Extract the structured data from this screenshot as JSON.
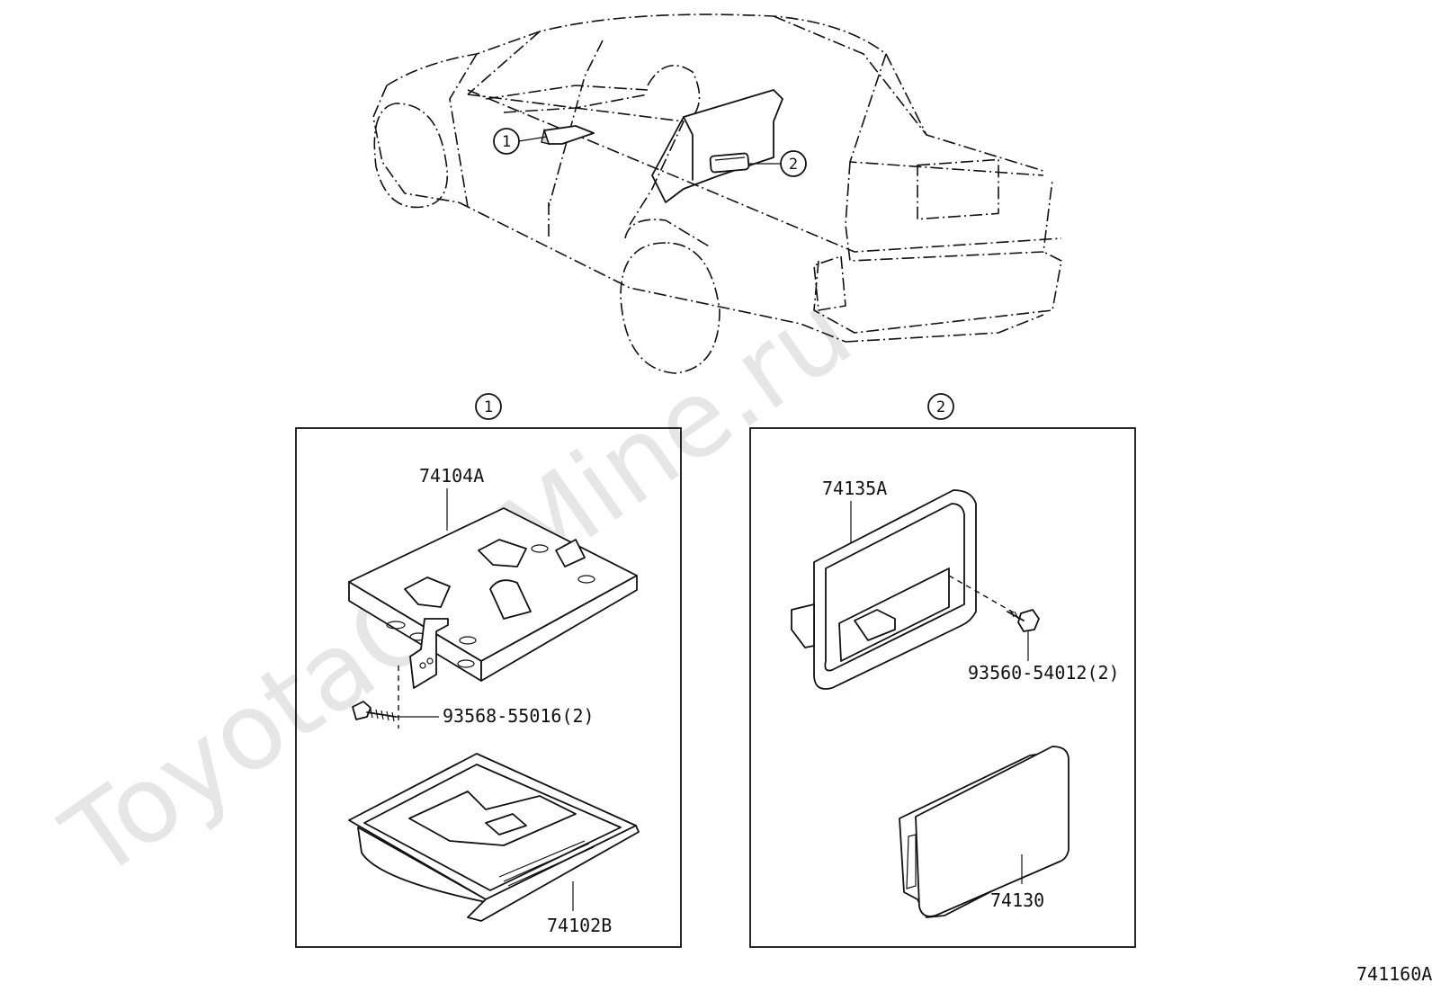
{
  "watermark": "ToyotaCarMine.ru",
  "diagram_id": "741160A",
  "callouts": [
    {
      "num": "1"
    },
    {
      "num": "2"
    }
  ],
  "panel_1": {
    "num": "1",
    "parts": {
      "bracket": "74104A",
      "screw": "93568-55016(2)",
      "ashtray": "74102B"
    }
  },
  "panel_2": {
    "num": "2",
    "parts": {
      "housing": "74135A",
      "screw": "93560-54012(2)",
      "ashtray": "74130"
    }
  }
}
